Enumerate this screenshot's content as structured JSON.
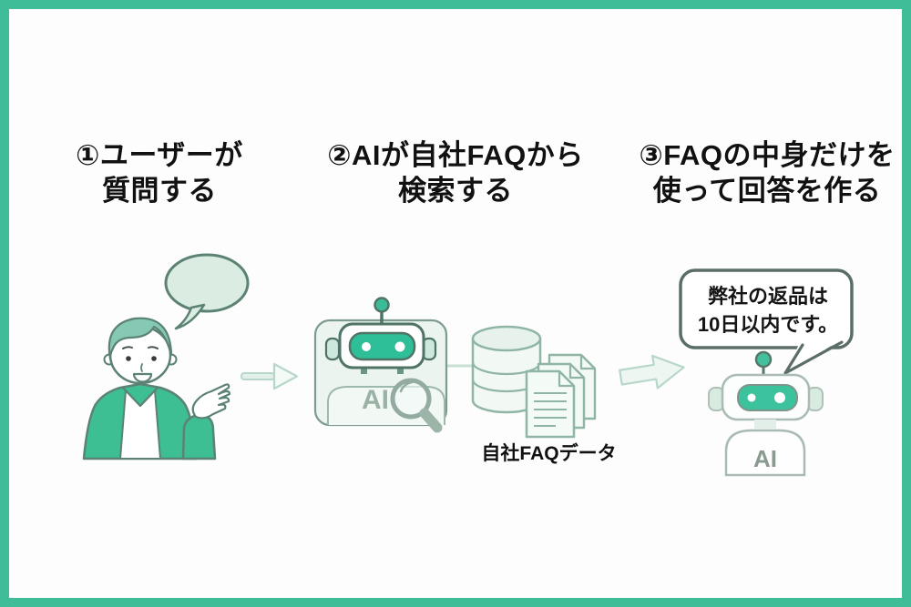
{
  "frame": {
    "border_color": "#3FBC98",
    "background": "#FCFDFC"
  },
  "headings": [
    {
      "line1": "①ユーザーが",
      "line2": "質問する"
    },
    {
      "line1": "②AIが自社FAQから",
      "line2": "検索する"
    },
    {
      "line1": "③FAQの中身だけを",
      "line2": "使って回答を作る"
    }
  ],
  "flow": {
    "user": {
      "icon": "person-speaking-icon",
      "bubble_icon": "speech-bubble-icon",
      "bubble_text": ""
    },
    "arrow1": {
      "icon": "arrow-right-icon"
    },
    "search_ai": {
      "icon": "robot-icon",
      "badge": "AI",
      "magnifier_icon": "search-icon"
    },
    "knowledge": {
      "database_icon": "database-icon",
      "documents_icon": "documents-icon",
      "label": "自社FAQデータ"
    },
    "arrow2": {
      "icon": "arrow-right-icon"
    },
    "answer_ai": {
      "icon": "robot-icon",
      "badge": "AI",
      "bubble_icon": "speech-bubble-icon",
      "bubble_line1": "弊社の返品は",
      "bubble_line2": "10日以内です。"
    }
  },
  "colors": {
    "accent_green": "#3FBC98",
    "illustration_green": "#3DBE93",
    "visor_green": "#2EBE98",
    "light_green_fill": "#DBEDE2",
    "dark_outline": "#5C8274",
    "muted_outline": "#8FB5A5",
    "gray_outline": "#A9BBB2",
    "ai_text_gray": "#8A9A91",
    "text_black": "#111111"
  }
}
